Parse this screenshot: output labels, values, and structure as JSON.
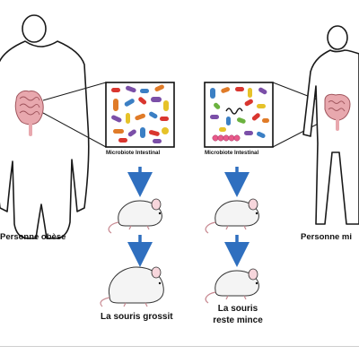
{
  "labels": {
    "obese_person": "Personne obèse",
    "lean_person": "Personne mi",
    "microbiota_left": "Microbiote Intestinal",
    "microbiota_right": "Microbiote Intestinal",
    "result_left": "La souris grossit",
    "result_right_line1": "La souris",
    "result_right_line2": "reste mince"
  },
  "colors": {
    "outline": "#1a1a1a",
    "gut": "#e8a8ae",
    "gut_outline": "#a0555d",
    "arrow": "#2f6fbf",
    "mouse_body": "#f4f4f4",
    "box_border": "#111111"
  },
  "icons": {
    "obese_silhouette": "obese-person-icon",
    "lean_silhouette": "lean-person-icon",
    "mouse": "mouse-icon",
    "bacteria": "bacteria-icon"
  }
}
